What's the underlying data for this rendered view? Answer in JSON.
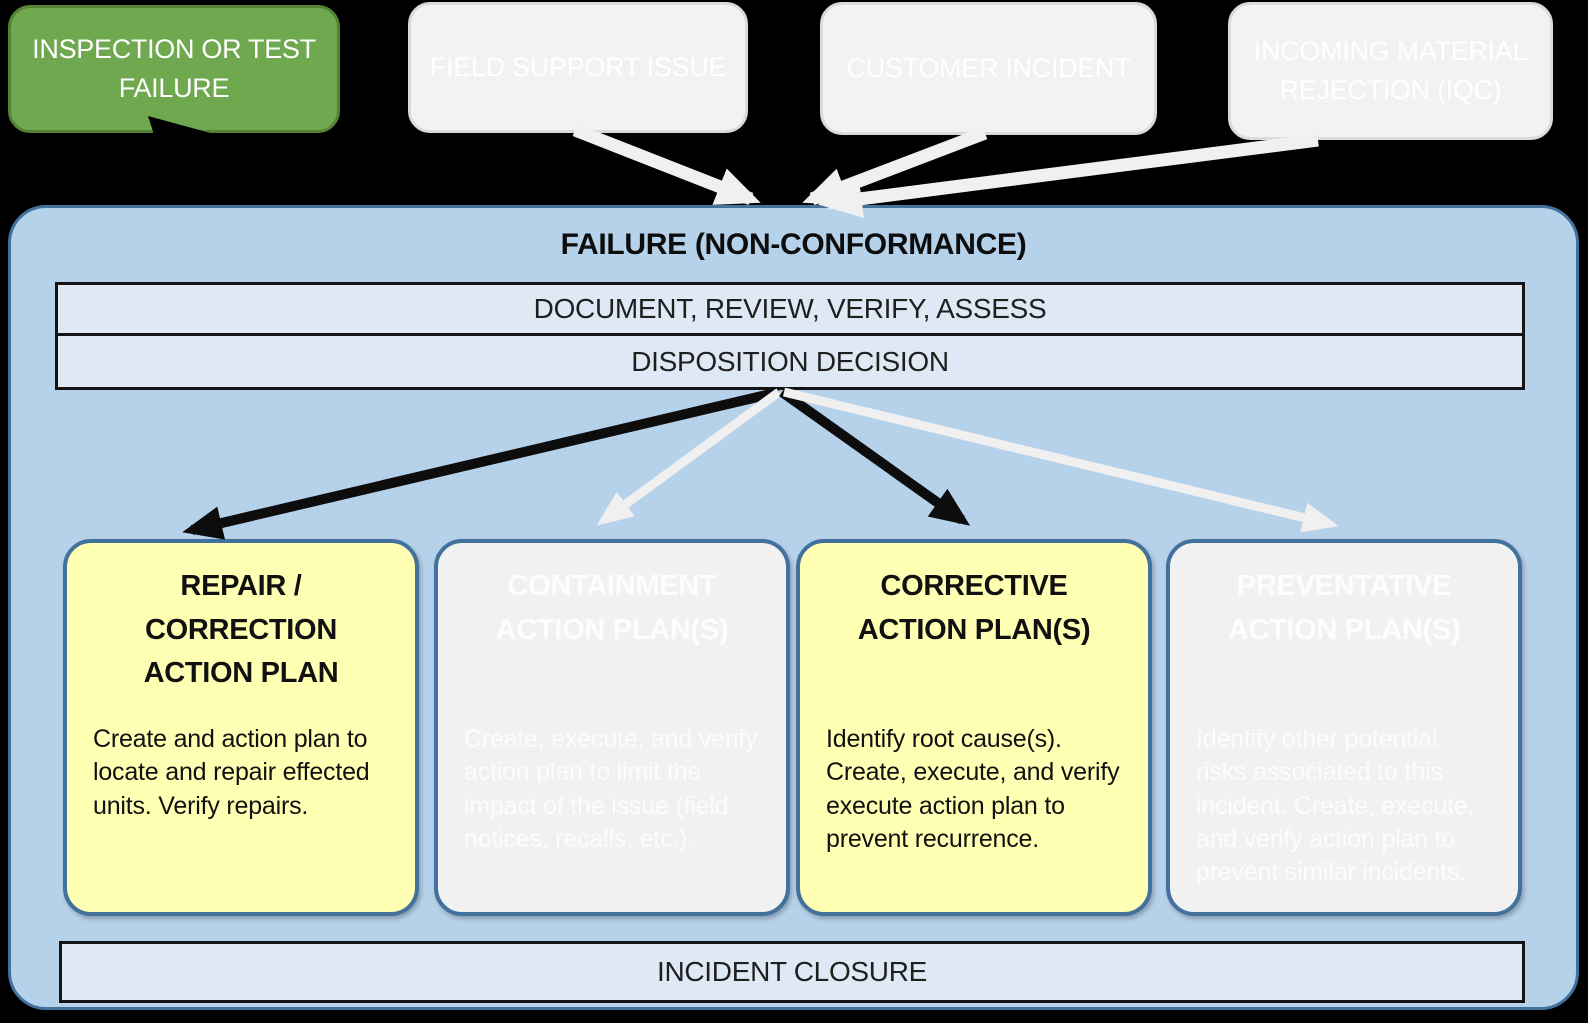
{
  "colors": {
    "green_fill": "#6fa84e",
    "green_border": "#538234",
    "callout_fill": "#f2f2f2",
    "callout_border": "#dadada",
    "container_fill": "#b6d1ea",
    "container_border": "#41719c",
    "bar_fill": "#dfe9f6",
    "bar_border": "#141414",
    "plan_yellow": "#ffffb3",
    "plan_gray": "#f1f1f1",
    "plan_border": "#41719c",
    "arrow_black": "#0d0d0d",
    "arrow_white": "#f0f0f0"
  },
  "sources": [
    {
      "label": "INSPECTION OR TEST\nFAILURE",
      "variant": "green"
    },
    {
      "label": "FIELD SUPPORT ISSUE",
      "variant": "gray"
    },
    {
      "label": "CUSTOMER INCIDENT",
      "variant": "gray"
    },
    {
      "label": "INCOMING MATERIAL\nREJECTION (IQC)",
      "variant": "gray"
    }
  ],
  "flow": {
    "title": "FAILURE (NON-CONFORMANCE)",
    "steps": [
      "DOCUMENT, REVIEW, VERIFY, ASSESS",
      "DISPOSITION DECISION"
    ],
    "closure": "INCIDENT CLOSURE"
  },
  "plans": [
    {
      "title": "REPAIR /\nCORRECTION\nACTION PLAN",
      "body": "Create and action plan to locate and repair effected units.  Verify repairs.",
      "variant": "yellow"
    },
    {
      "title": "CONTAINMENT\nACTION PLAN(S)",
      "body": "Create, execute, and verify action plan to limit the impact of the issue (field notices, recalls, etc.).",
      "variant": "gray"
    },
    {
      "title": "CORRECTIVE\nACTION PLAN(S)",
      "body": "Identify root cause(s). Create, execute, and verify execute action plan to prevent recurrence.",
      "variant": "yellow"
    },
    {
      "title": "PREVENTATIVE\nACTION PLAN(S)",
      "body": "Identify other potential risks associated to this incident.  Create, execute, and verify action plan to prevent similar incidents.",
      "variant": "gray"
    }
  ]
}
